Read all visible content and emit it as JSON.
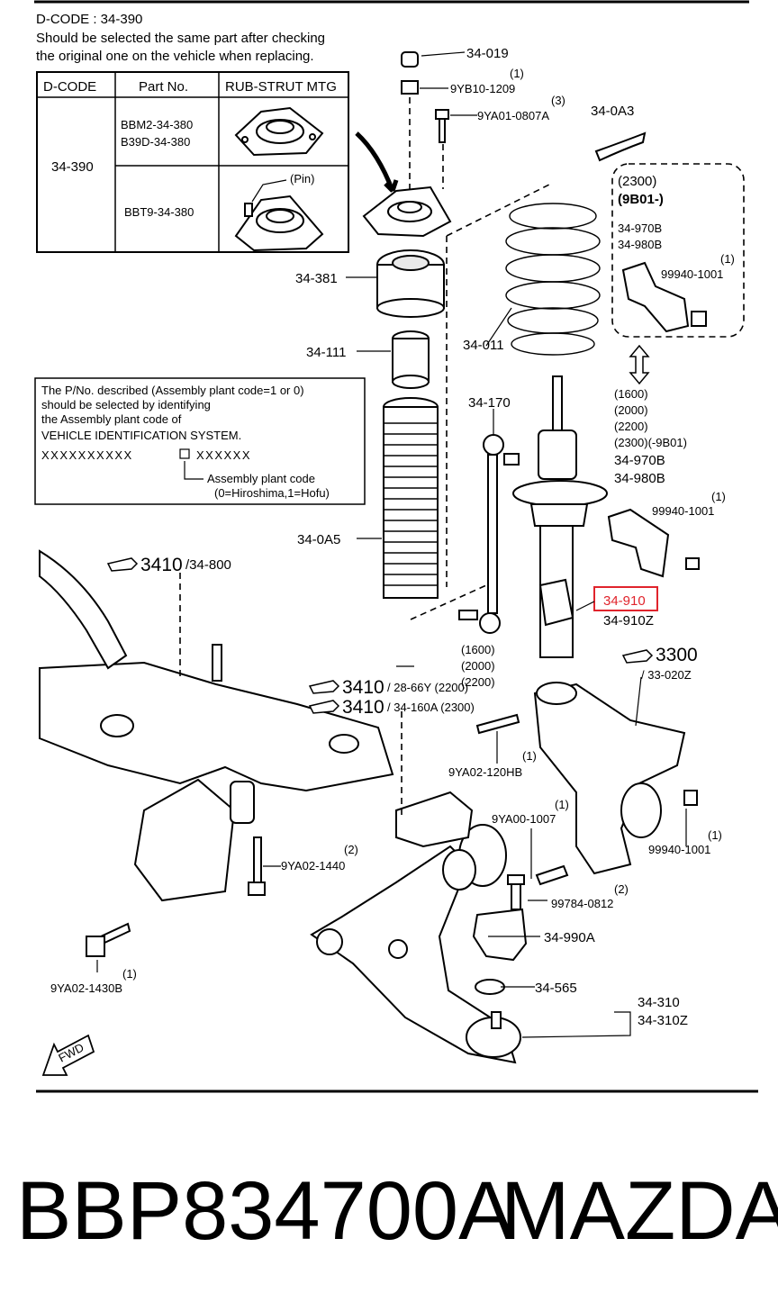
{
  "header": {
    "dcode_line": "D-CODE :  34-390",
    "note_line1": "Should be selected the same part after checking",
    "note_line2": "the original one on the vehicle when replacing."
  },
  "dcode_table": {
    "col_dcode": "D-CODE",
    "col_partno": "Part No.",
    "col_rub": "RUB-STRUT MTG",
    "dcode_value": "34-390",
    "row1_part_a": "BBM2-34-380",
    "row1_part_b": "B39D-34-380",
    "row2_part": "BBT9-34-380",
    "pin_label": "(Pin)"
  },
  "plant_note": {
    "line1": "The P/No. described (Assembly plant code=1 or 0)",
    "line2": "should be selected by identifying",
    "line3": "the Assembly plant code of",
    "line4": "VEHICLE IDENTIFICATION SYSTEM.",
    "vin_left": "XXXXXXXXXX",
    "vin_right": "XXXXXX",
    "code_label": "Assembly plant code",
    "code_values": "(0=Hiroshima,1=Hofu)"
  },
  "labels": {
    "p34_019": "34-019",
    "p9yb10": "9YB10-1209",
    "qty1_a": "(1)",
    "p9ya01": "9YA01-0807A",
    "qty3": "(3)",
    "p34_0a3": "34-0A3",
    "variant_2300": "(2300)",
    "variant_9b01": "(9B01-)",
    "p34_970b_a": "34-970B",
    "p34_980b_a": "34-980B",
    "p99940_a": "99940-1001",
    "qty1_b": "(1)",
    "p34_381": "34-381",
    "p34_011": "34-011",
    "p34_111": "34-111",
    "p34_170": "34-170",
    "eng_1600": "(1600)",
    "eng_2000": "(2000)",
    "eng_2200": "(2200)",
    "eng_2300_9b01": "(2300)(-9B01)",
    "p34_970b_b": "34-970B",
    "p34_980b_b": "34-980B",
    "qty1_c": "(1)",
    "p99940_b": "99940-1001",
    "p34_0a5": "34-0A5",
    "p34_910": "34-910",
    "p34_910z": "34-910Z",
    "eng_1600_b": "(1600)",
    "eng_2000_b": "(2000)",
    "eng_2200_b": "(2200)",
    "ref3410_a": "3410",
    "ref3410_a_sub": "/34-800",
    "ref3300": "3300",
    "ref3300_sub": "/ 33-020Z",
    "ref3410_b": "3410",
    "ref3410_b_sub": "/ 28-66Y (2200)",
    "ref3410_c": "3410",
    "ref3410_c_sub": "/ 34-160A (2300)",
    "qty1_d": "(1)",
    "p9ya02_120hb": "9YA02-120HB",
    "qty1_e": "(1)",
    "p9ya00": "9YA00-1007",
    "qty1_f": "(1)",
    "p99940_c": "99940-1001",
    "qty2_a": "(2)",
    "p9ya02_1440": "9YA02-1440",
    "qty2_b": "(2)",
    "p99784": "99784-0812",
    "p34_990a": "34-990A",
    "p34_565": "34-565",
    "p34_310": "34-310",
    "p34_310z": "34-310Z",
    "qty1_g": "(1)",
    "p9ya02_1430b": "9YA02-1430B",
    "fwd": "FWD"
  },
  "footer": {
    "part_number": "BBP834700A",
    "brand": "MAZDA"
  },
  "highlight_color": "#e0242c"
}
